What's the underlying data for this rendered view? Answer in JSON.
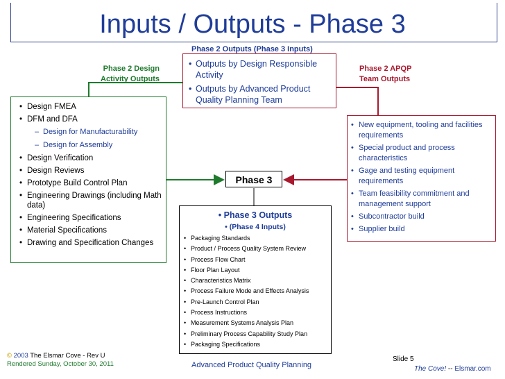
{
  "title": "Inputs / Outputs - Phase 3",
  "top_header": "Phase 2 Outputs (Phase 3 Inputs)",
  "top_box": [
    "Outputs by Design Responsible Activity",
    "Outputs by Advanced Product Quality Planning Team"
  ],
  "left_label": "Phase 2 Design Activity Outputs",
  "right_label": "Phase 2 APQP Team Outputs",
  "left_box": [
    {
      "text": "Design FMEA",
      "sub": false
    },
    {
      "text": "DFM and DFA",
      "sub": false
    },
    {
      "text": "Design for Manufacturability",
      "sub": true
    },
    {
      "text": "Design for Assembly",
      "sub": true
    },
    {
      "text": "Design Verification",
      "sub": false
    },
    {
      "text": "Design Reviews",
      "sub": false
    },
    {
      "text": "Prototype Build Control Plan",
      "sub": false
    },
    {
      "text": "Engineering Drawings (including Math data)",
      "sub": false
    },
    {
      "text": "Engineering Specifications",
      "sub": false
    },
    {
      "text": "Material Specifications",
      "sub": false
    },
    {
      "text": "Drawing and Specification Changes",
      "sub": false
    }
  ],
  "right_box": [
    "New equipment, tooling and facilities requirements",
    "Special product and process characteristics",
    "Gage and testing equipment requirements",
    "Team feasibility commitment and management support",
    "Subcontractor build",
    "Supplier build"
  ],
  "center": "Phase 3",
  "bottom_box": {
    "heading": "Phase 3 Outputs",
    "subheading": "(Phase 4 Inputs)",
    "items": [
      "Packaging Standards",
      "Product / Process Quality System Review",
      "Process Flow Chart",
      "Floor Plan Layout",
      "Characteristics Matrix",
      "Process Failure Mode and Effects Analysis",
      "Pre-Launch Control Plan",
      "Process Instructions",
      "Measurement Systems Analysis Plan",
      "Preliminary Process Capability Study Plan",
      "Packaging Specifications"
    ]
  },
  "footer": {
    "copyright_symbol": "©",
    "year": "2003",
    "copyright": "The Elsmar Cove - Rev U",
    "rendered": "Rendered Sunday, October 30, 2011",
    "center": "Advanced Product Quality Planning",
    "slide": "Slide 5",
    "cove": "The Cove!",
    "sep": "--",
    "site": "Elsmar.com"
  },
  "colors": {
    "title": "#1f3d99",
    "green_arrow": "#1f7a2e",
    "red_arrow": "#a8192e"
  }
}
